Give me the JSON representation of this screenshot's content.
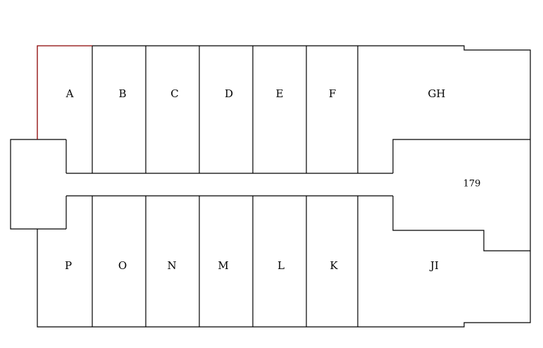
{
  "floor_plan": {
    "top_units": [
      {
        "label": "A"
      },
      {
        "label": "B"
      },
      {
        "label": "C"
      },
      {
        "label": "D"
      },
      {
        "label": "E"
      },
      {
        "label": "F"
      },
      {
        "label": "GH"
      }
    ],
    "bottom_units": [
      {
        "label": "P"
      },
      {
        "label": "O"
      },
      {
        "label": "N"
      },
      {
        "label": "M"
      },
      {
        "label": "L"
      },
      {
        "label": "K"
      },
      {
        "label": "JI"
      }
    ],
    "right_unit": {
      "label": "179"
    },
    "colors": {
      "wall": "#000000",
      "highlight_outline": "#8b0000",
      "background": "#ffffff"
    }
  }
}
